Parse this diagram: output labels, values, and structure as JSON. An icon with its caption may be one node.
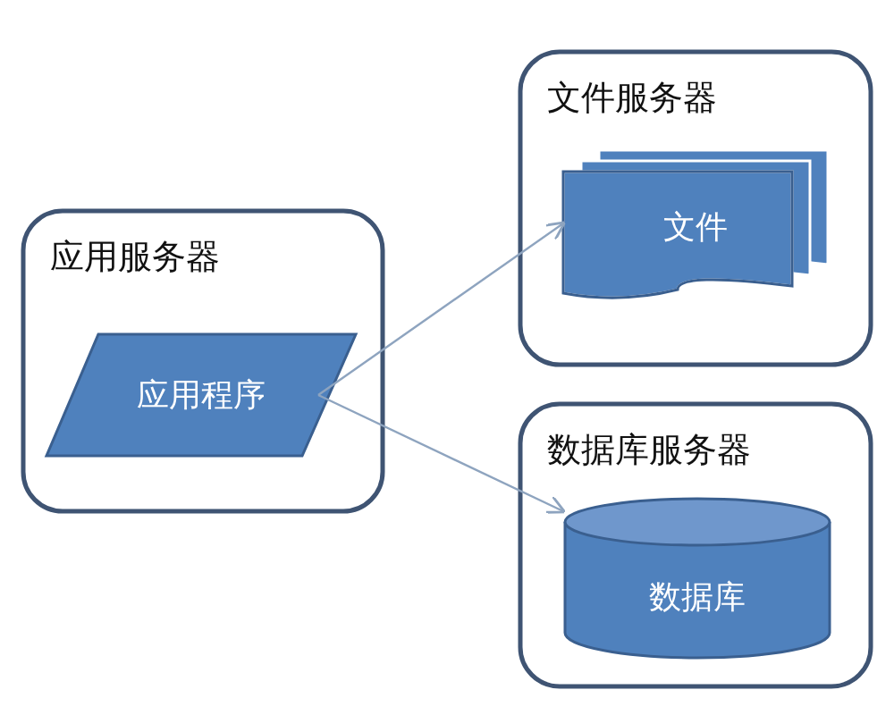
{
  "diagram": {
    "nodes": [
      {
        "text": [
          "应用服务器"
        ]
      },
      {
        "text": [
          "应用程序"
        ],
        "in": 0
      },
      {
        "text": [
          "文件服务器"
        ]
      },
      {
        "text": [
          "文件"
        ],
        "in": 2
      },
      {
        "text": [
          "数据库服务器"
        ]
      },
      {
        "text": [
          "数据库"
        ],
        "in": 4
      }
    ],
    "edges": [
      {
        "from": 1,
        "to": 3,
        "arrow": "to"
      },
      {
        "from": 1,
        "to": 5,
        "arrow": "to"
      }
    ]
  }
}
